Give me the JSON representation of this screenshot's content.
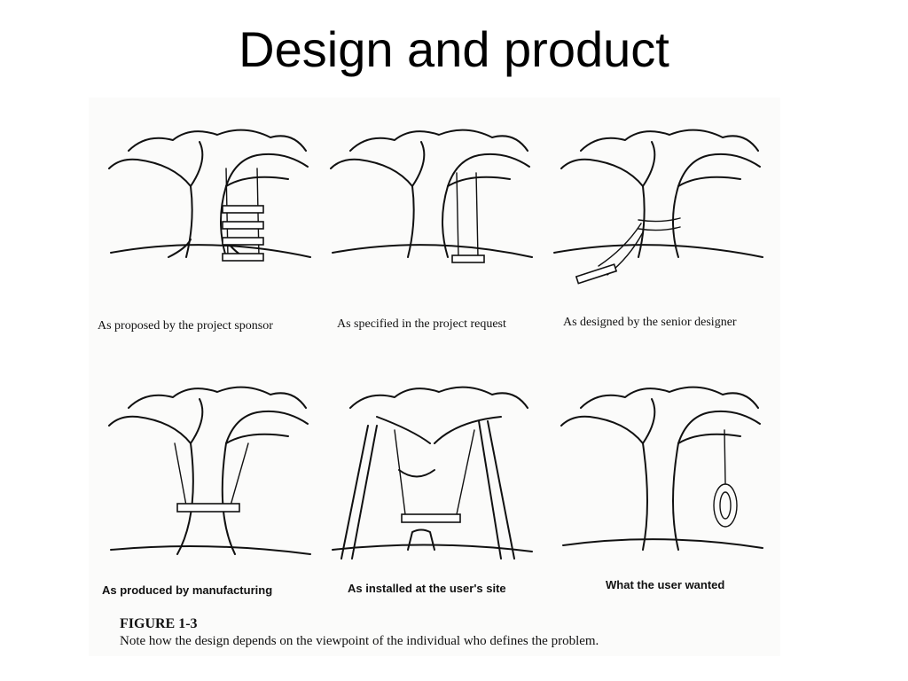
{
  "title": "Design and product",
  "panels": [
    {
      "caption": "As proposed by the project sponsor",
      "icon": "tree-ladder-swing-icon"
    },
    {
      "caption": "As specified in the project request",
      "icon": "tree-trunk-swing-icon"
    },
    {
      "caption": "As designed by the senior designer",
      "icon": "tree-collapsed-swing-icon"
    },
    {
      "caption": "As produced by manufacturing",
      "icon": "tree-unequal-swing-icon"
    },
    {
      "caption": "As installed at the user's site",
      "icon": "tree-cut-swing-icon"
    },
    {
      "caption": "What the user wanted",
      "icon": "tree-tire-swing-icon"
    }
  ],
  "figure": {
    "label": "FIGURE 1-3",
    "note": "Note how the design depends on the viewpoint of the individual who defines the problem."
  }
}
